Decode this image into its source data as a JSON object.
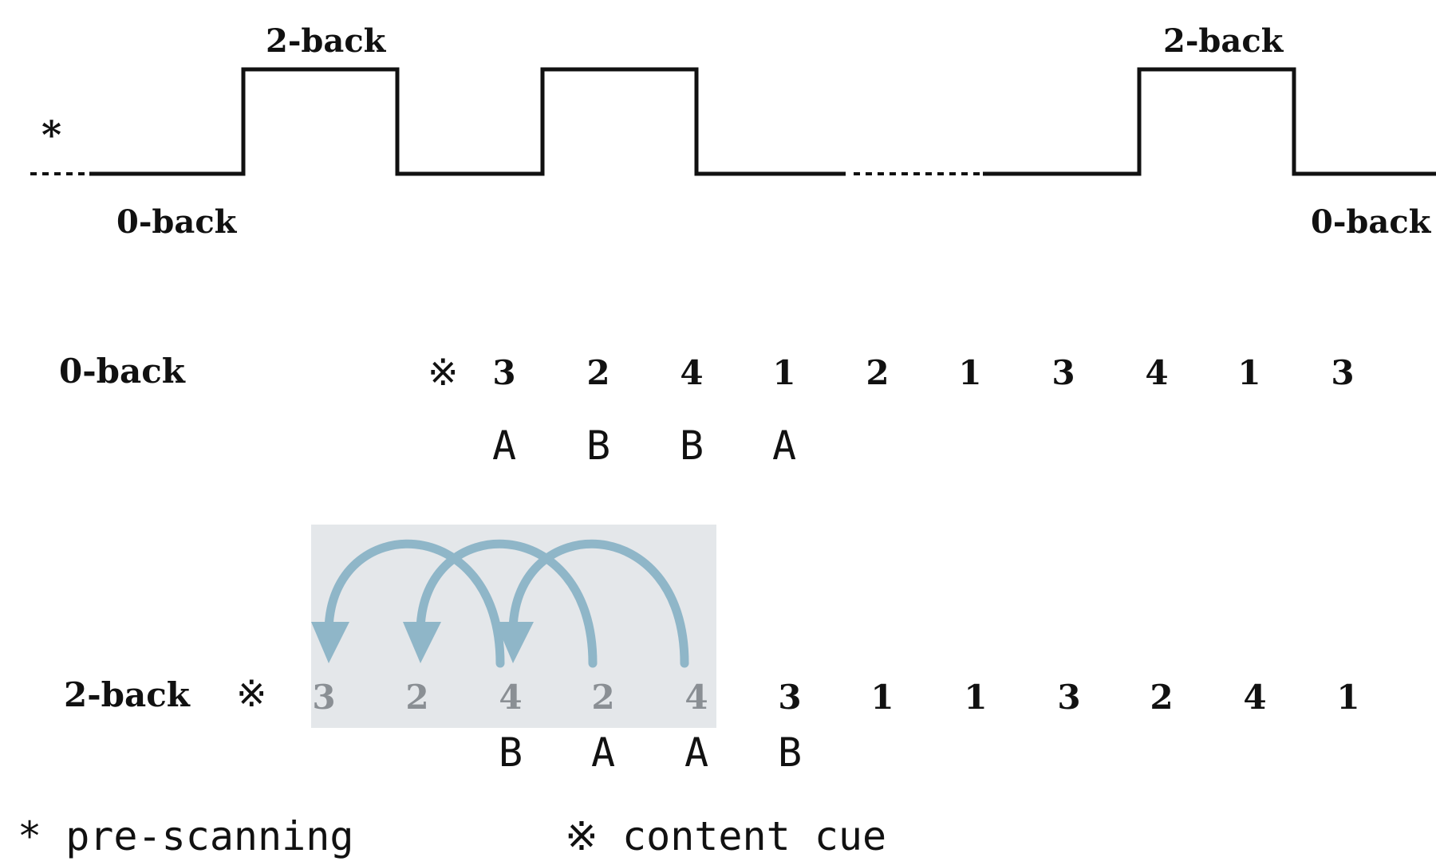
{
  "timing": {
    "prescan_marker": "*",
    "top_labels": [
      "2-back",
      "2-back"
    ],
    "bottom_labels": [
      "0-back",
      "0-back"
    ]
  },
  "zero_back": {
    "label": "0-back",
    "cue": "※",
    "numbers": [
      "3",
      "2",
      "4",
      "1",
      "2",
      "1",
      "3",
      "4",
      "1",
      "3"
    ],
    "letters": [
      "A",
      "B",
      "B",
      "A"
    ]
  },
  "two_back": {
    "label": "2-back",
    "cue": "※",
    "numbers": [
      "3",
      "2",
      "4",
      "2",
      "4",
      "3",
      "1",
      "1",
      "3",
      "2",
      "4",
      "1"
    ],
    "letters": [
      "B",
      "A",
      "A",
      "B"
    ]
  },
  "legend": {
    "prescan": "* pre-scanning",
    "cue": "※ content cue"
  },
  "colors": {
    "line": "#111111",
    "arrow": "#8fb6c8",
    "highlight_box": "#e4e7ea",
    "faded_number": "#8a8f94"
  }
}
